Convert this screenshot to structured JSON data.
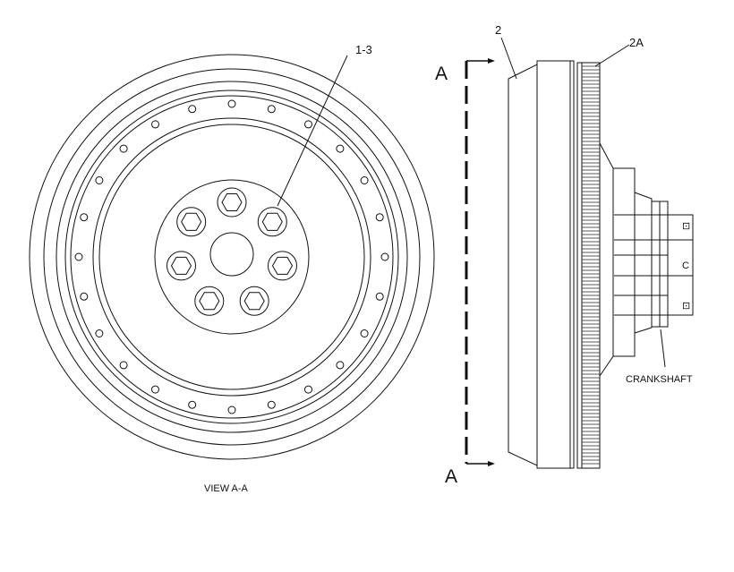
{
  "labels": {
    "callout_1_3": "1-3",
    "callout_2": "2",
    "callout_2a": "2A",
    "section_top": "A",
    "section_bottom": "A",
    "view_caption": "VIEW A-A",
    "crankshaft": "CRANKSHAFT",
    "edge_marks": [
      "⊡",
      "C",
      "⊡"
    ]
  },
  "counts": {
    "ring_holes": 24,
    "hex_bolts": 7
  }
}
